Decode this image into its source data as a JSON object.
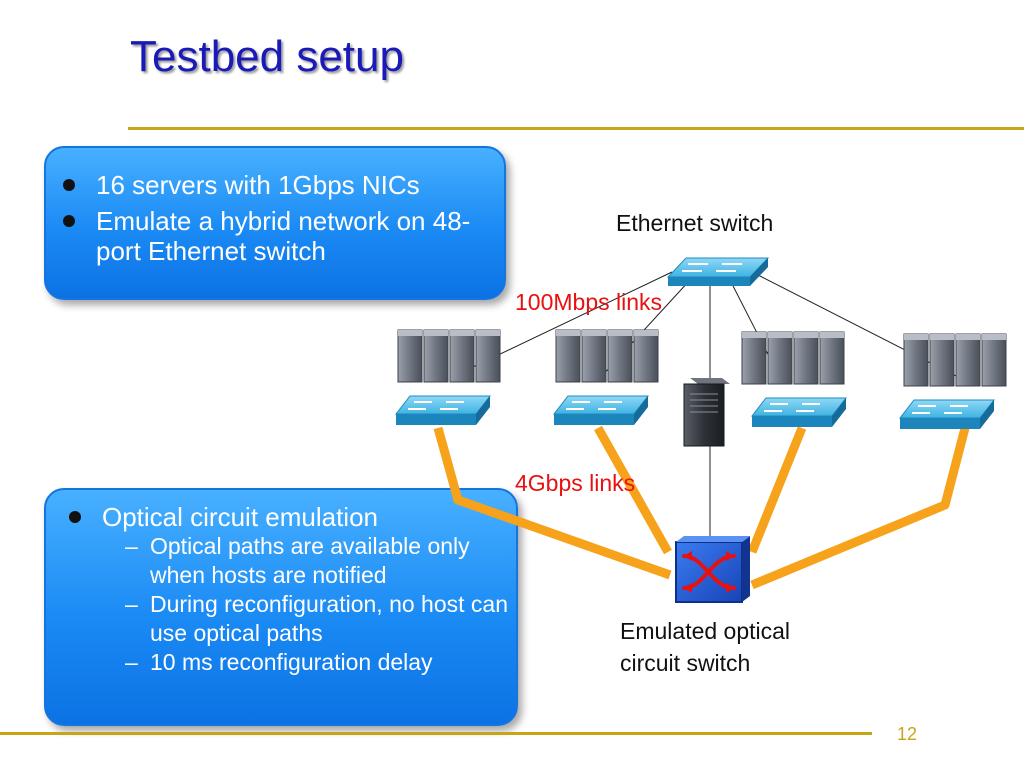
{
  "slide": {
    "title": "Testbed setup",
    "page_number": "12"
  },
  "box_top": {
    "bullets": [
      "16 servers with 1Gbps NICs",
      "Emulate a hybrid network on 48-port Ethernet switch"
    ]
  },
  "box_bottom": {
    "bullet": "Optical circuit emulation",
    "sub_bullets": [
      "Optical paths are available only when hosts are notified",
      "During reconfiguration, no host can use optical paths",
      "10 ms reconfiguration delay"
    ]
  },
  "diagram": {
    "ethernet_switch_label": "Ethernet switch",
    "links_100_label": "100Mbps links",
    "links_4g_label": "4Gbps  links",
    "optical_switch_label": "Emulated optical circuit switch",
    "colors": {
      "optical_link": "#f7a21b",
      "switch_blue": "#2aa6d8",
      "optical_switch": "#1e5ad8",
      "server_gray": "#6f7681"
    }
  }
}
